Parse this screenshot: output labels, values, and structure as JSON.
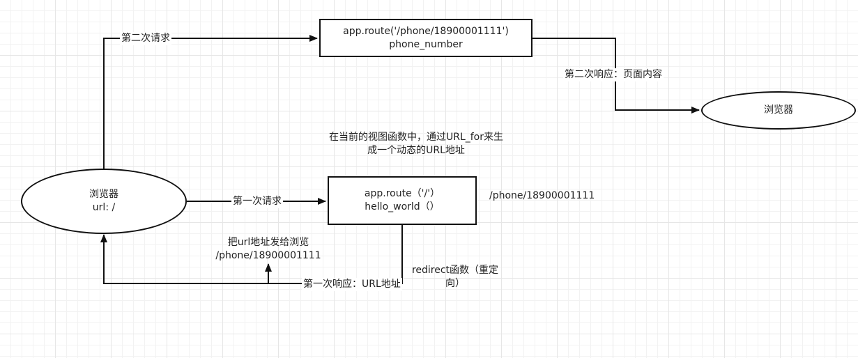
{
  "nodes": {
    "route_phone": {
      "line1": "app.route('/phone/18900001111')",
      "line2": "phone_number"
    },
    "browser_right": {
      "label": "浏览器"
    },
    "browser_left": {
      "line1": "浏览器",
      "line2": "url: /"
    },
    "route_root": {
      "line1": "app.route（'/'）",
      "line2": "hello_world（）"
    }
  },
  "edges": {
    "second_request": "第二次请求",
    "second_response": "第二次响应：页面内容",
    "first_request": "第一次请求",
    "first_response": "第一次响应：URL地址"
  },
  "annotations": {
    "url_for_note_line1": "在当前的视图函数中，通过URL_for来生",
    "url_for_note_line2": "成一个动态的URL地址",
    "phone_path": "/phone/18900001111",
    "send_url_line1": "把url地址发给浏览",
    "send_url_line2": "/phone/18900001111",
    "redirect_line1": "redirect函数（重定",
    "redirect_line2": "向）"
  }
}
